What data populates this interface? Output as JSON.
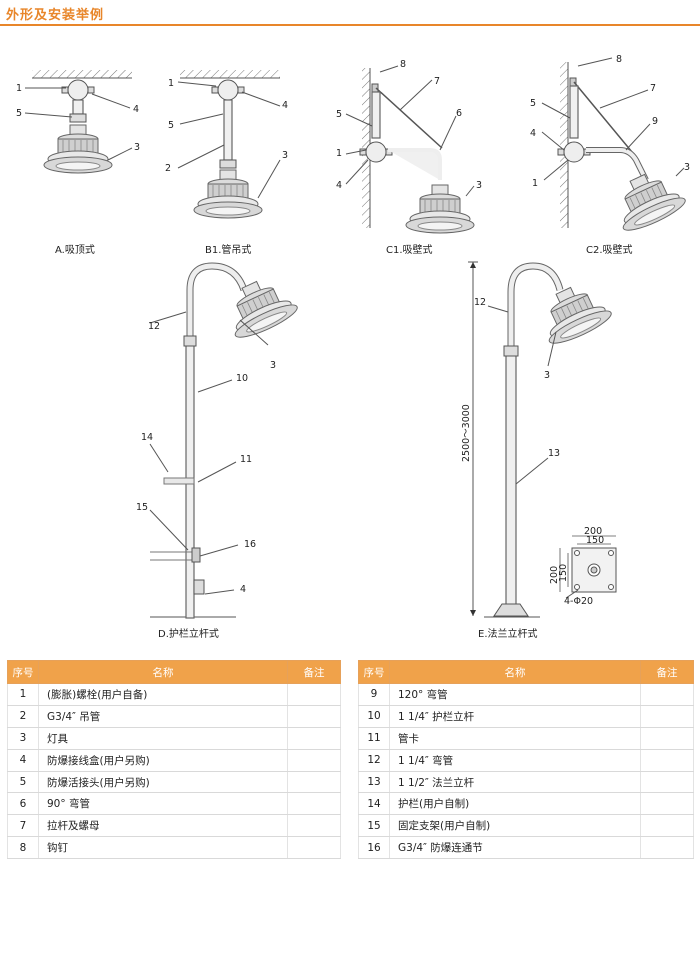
{
  "header": {
    "title": "外形及安装举例"
  },
  "figures": {
    "A": {
      "caption": "A.吸顶式",
      "labels": [
        "1",
        "5",
        "4",
        "3"
      ]
    },
    "B1": {
      "caption": "B1.管吊式",
      "labels": [
        "1",
        "5",
        "4",
        "2",
        "3"
      ]
    },
    "C1": {
      "caption": "C1.吸壁式",
      "labels": [
        "8",
        "7",
        "5",
        "6",
        "1",
        "4",
        "3"
      ]
    },
    "C2": {
      "caption": "C2.吸壁式",
      "labels": [
        "8",
        "7",
        "5",
        "9",
        "4",
        "1",
        "3"
      ]
    },
    "D": {
      "caption": "D.护栏立杆式",
      "labels": [
        "12",
        "3",
        "10",
        "14",
        "11",
        "15",
        "16",
        "4"
      ]
    },
    "E": {
      "caption": "E.法兰立杆式",
      "labels": [
        "12",
        "3",
        "13"
      ],
      "height_dim": "2500～3000",
      "flange": {
        "outer": "200",
        "inner": "150",
        "outer_v": "200",
        "inner_v": "150",
        "holes": "4-Φ20"
      }
    }
  },
  "table": {
    "headers": {
      "no": "序号",
      "name": "名称",
      "remark": "备注"
    },
    "left": [
      {
        "no": "1",
        "name": "(膨胀)螺栓(用户自备)"
      },
      {
        "no": "2",
        "name": "G3/4″ 吊管"
      },
      {
        "no": "3",
        "name": "灯具"
      },
      {
        "no": "4",
        "name": "防爆接线盒(用户另购)"
      },
      {
        "no": "5",
        "name": "防爆活接头(用户另购)"
      },
      {
        "no": "6",
        "name": "90° 弯管"
      },
      {
        "no": "7",
        "name": "拉杆及螺母"
      },
      {
        "no": "8",
        "name": "钩钉"
      }
    ],
    "right": [
      {
        "no": "9",
        "name": "120° 弯管"
      },
      {
        "no": "10",
        "name": "1 1/4″ 护栏立杆"
      },
      {
        "no": "11",
        "name": "管卡"
      },
      {
        "no": "12",
        "name": "1 1/4″ 弯管"
      },
      {
        "no": "13",
        "name": "1 1/2″ 法兰立杆"
      },
      {
        "no": "14",
        "name": "护栏(用户自制)"
      },
      {
        "no": "15",
        "name": "固定支架(用户自制)"
      },
      {
        "no": "16",
        "name": "G3/4″ 防爆连通节"
      }
    ]
  }
}
